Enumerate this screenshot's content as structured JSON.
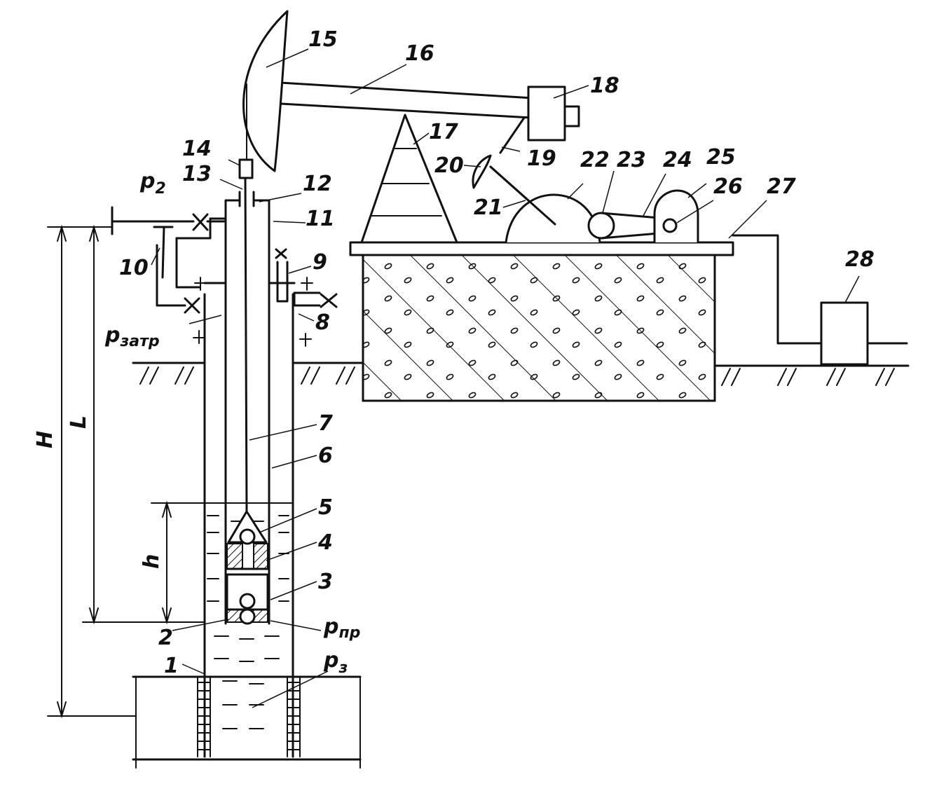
{
  "callouts": {
    "c1": "1",
    "c2": "2",
    "c3": "3",
    "c4": "4",
    "c5": "5",
    "c6": "6",
    "c7": "7",
    "c8": "8",
    "c9": "9",
    "c10": "10",
    "c11": "11",
    "c12": "12",
    "c13": "13",
    "c14": "14",
    "c15": "15",
    "c16": "16",
    "c17": "17",
    "c18": "18",
    "c19": "19",
    "c20": "20",
    "c21": "21",
    "c22": "22",
    "c23": "23",
    "c24": "24",
    "c25": "25",
    "c26": "26",
    "c27": "27",
    "c28": "28"
  },
  "dimensions": {
    "H": "H",
    "L": "L",
    "h": "h"
  },
  "pressures": {
    "p2": {
      "main": "p",
      "sub": "2"
    },
    "pzatr": {
      "main": "p",
      "sub": "затр"
    },
    "ppr": {
      "main": "p",
      "sub": "пр"
    },
    "pz": {
      "main": "p",
      "sub": "з"
    }
  }
}
